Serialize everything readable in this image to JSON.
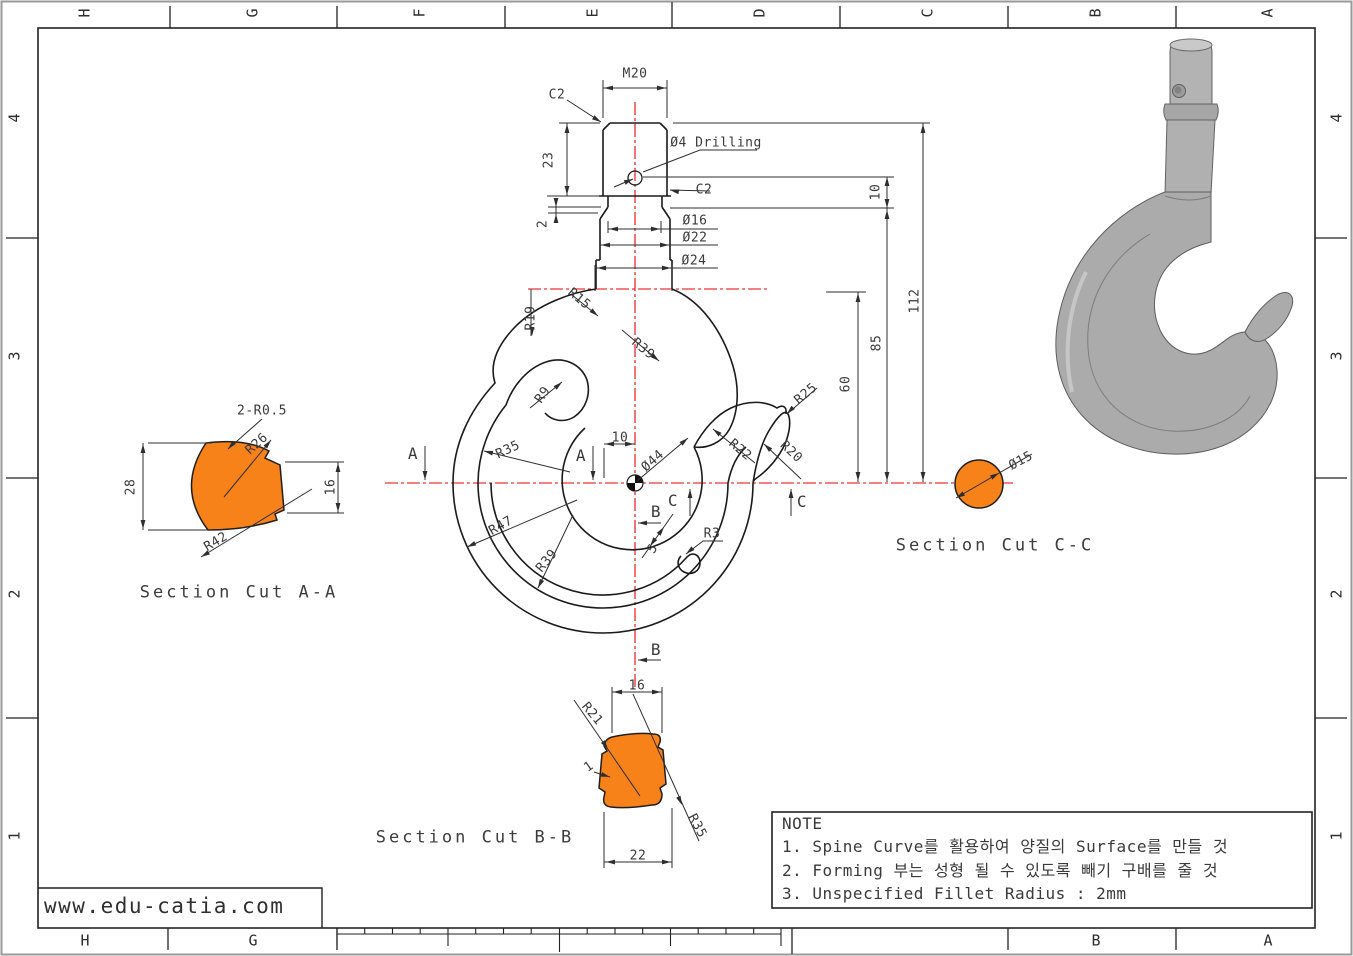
{
  "website": "www.edu-catia.com",
  "grid": {
    "cols": [
      "H",
      "G",
      "F",
      "E",
      "D",
      "C",
      "B",
      "A"
    ],
    "rows": [
      "4",
      "3",
      "2",
      "1"
    ]
  },
  "note": {
    "title": "NOTE",
    "lines": [
      "1. Spine Curve를 활용하여 양질의 Surface를 만들 것",
      "2. Forming 부는 성형 될 수 있도록 빼기 구배를 줄 것",
      "3. Unspecified Fillet Radius : 2mm"
    ]
  },
  "captions": {
    "a": "Section Cut A-A",
    "b": "Section Cut B-B",
    "c": "Section Cut C-C"
  },
  "dims": {
    "m20": "M20",
    "c2_left": "C2",
    "c2_right": "C2",
    "drill": "Ø4 Drilling",
    "d23": "23",
    "d2": "2",
    "d16": "Ø16",
    "d22": "Ø22",
    "d24": "Ø24",
    "r15": "R15",
    "r19": "R19",
    "r39_top": "R39",
    "r9": "R9",
    "r35": "R35",
    "a": "A",
    "d10": "10",
    "d44": "Ø44",
    "b": "B",
    "c": "C",
    "r47": "R47",
    "r39_low": "R39",
    "d5": "5",
    "r3": "R3",
    "r25": "R25",
    "r22": "R22",
    "r20": "R20",
    "d60": "60",
    "d85": "85",
    "d112": "112",
    "d10r": "10",
    "sa_2r05": "2-R0.5",
    "sa_r26": "R26",
    "sa_28": "28",
    "sa_16": "16",
    "sa_r42": "R42",
    "sb_16": "16",
    "sb_r21": "R21",
    "sb_1": "1",
    "sb_r35": "R35",
    "sb_22": "22",
    "sc_d15": "Ø15"
  },
  "colors": {
    "section_orange": "#F8821A",
    "centerline_red": "#EC0000"
  }
}
